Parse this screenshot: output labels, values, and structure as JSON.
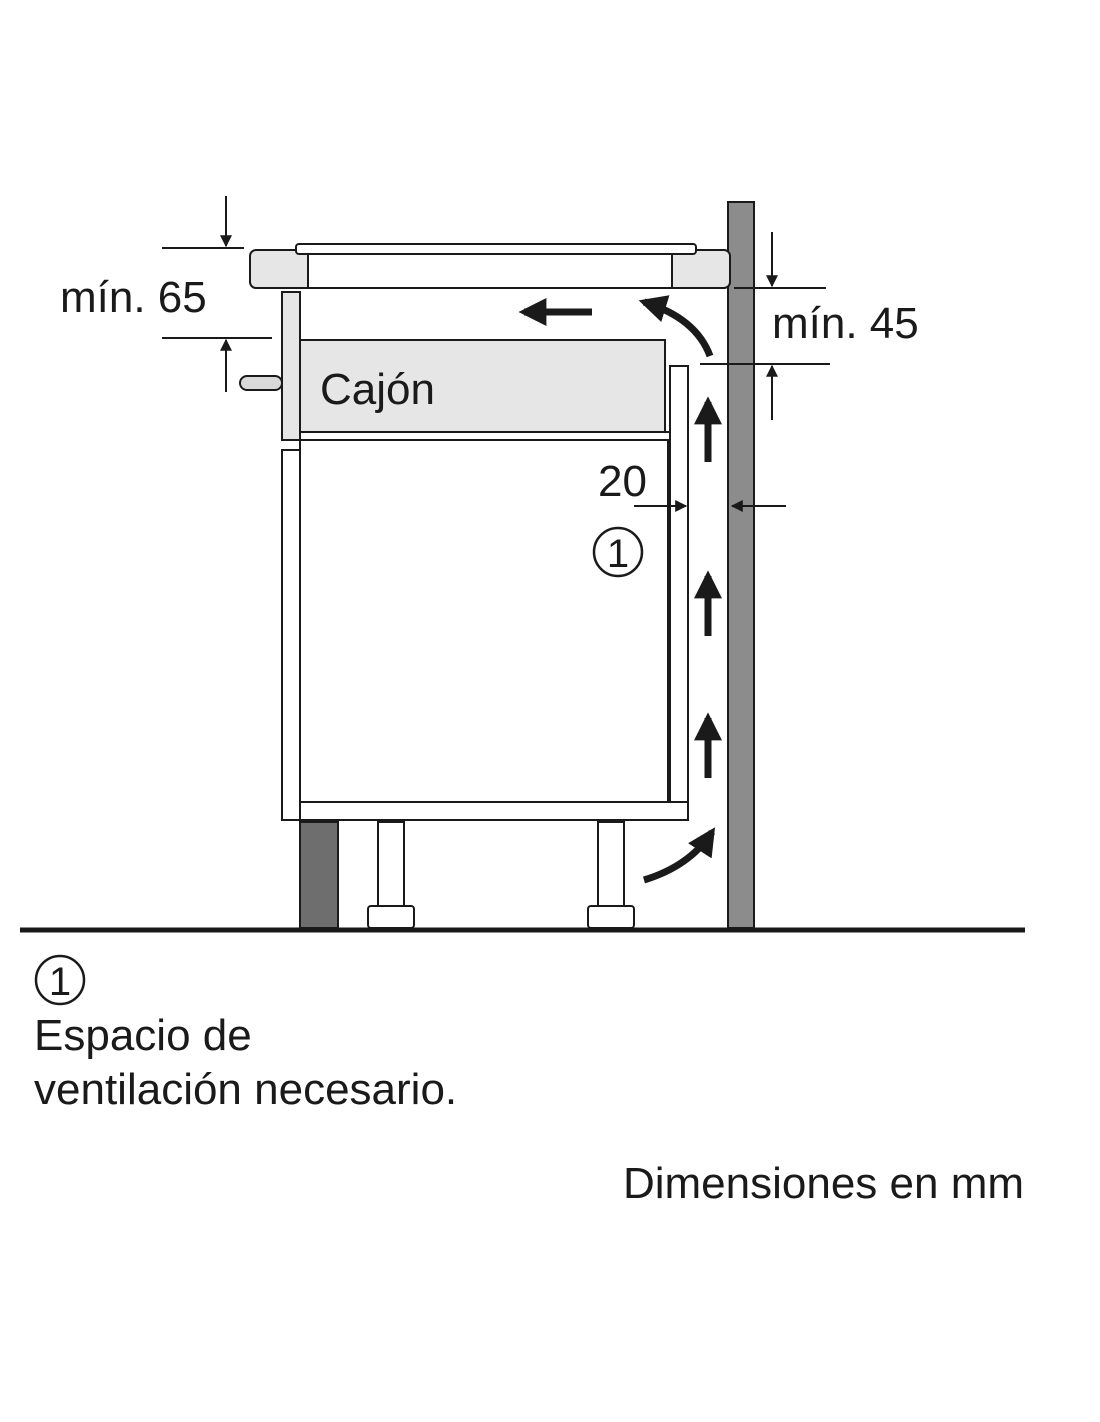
{
  "diagram": {
    "label_drawer": "Cajón",
    "dim_top_min": "mín. 65",
    "dim_gap_min": "mín. 45",
    "dim_vent": "20",
    "callout_marker": "1",
    "legend_marker": "1",
    "legend_line1": "Espacio de",
    "legend_line2": "ventilación necesario.",
    "units_note": "Dimensiones en mm"
  }
}
